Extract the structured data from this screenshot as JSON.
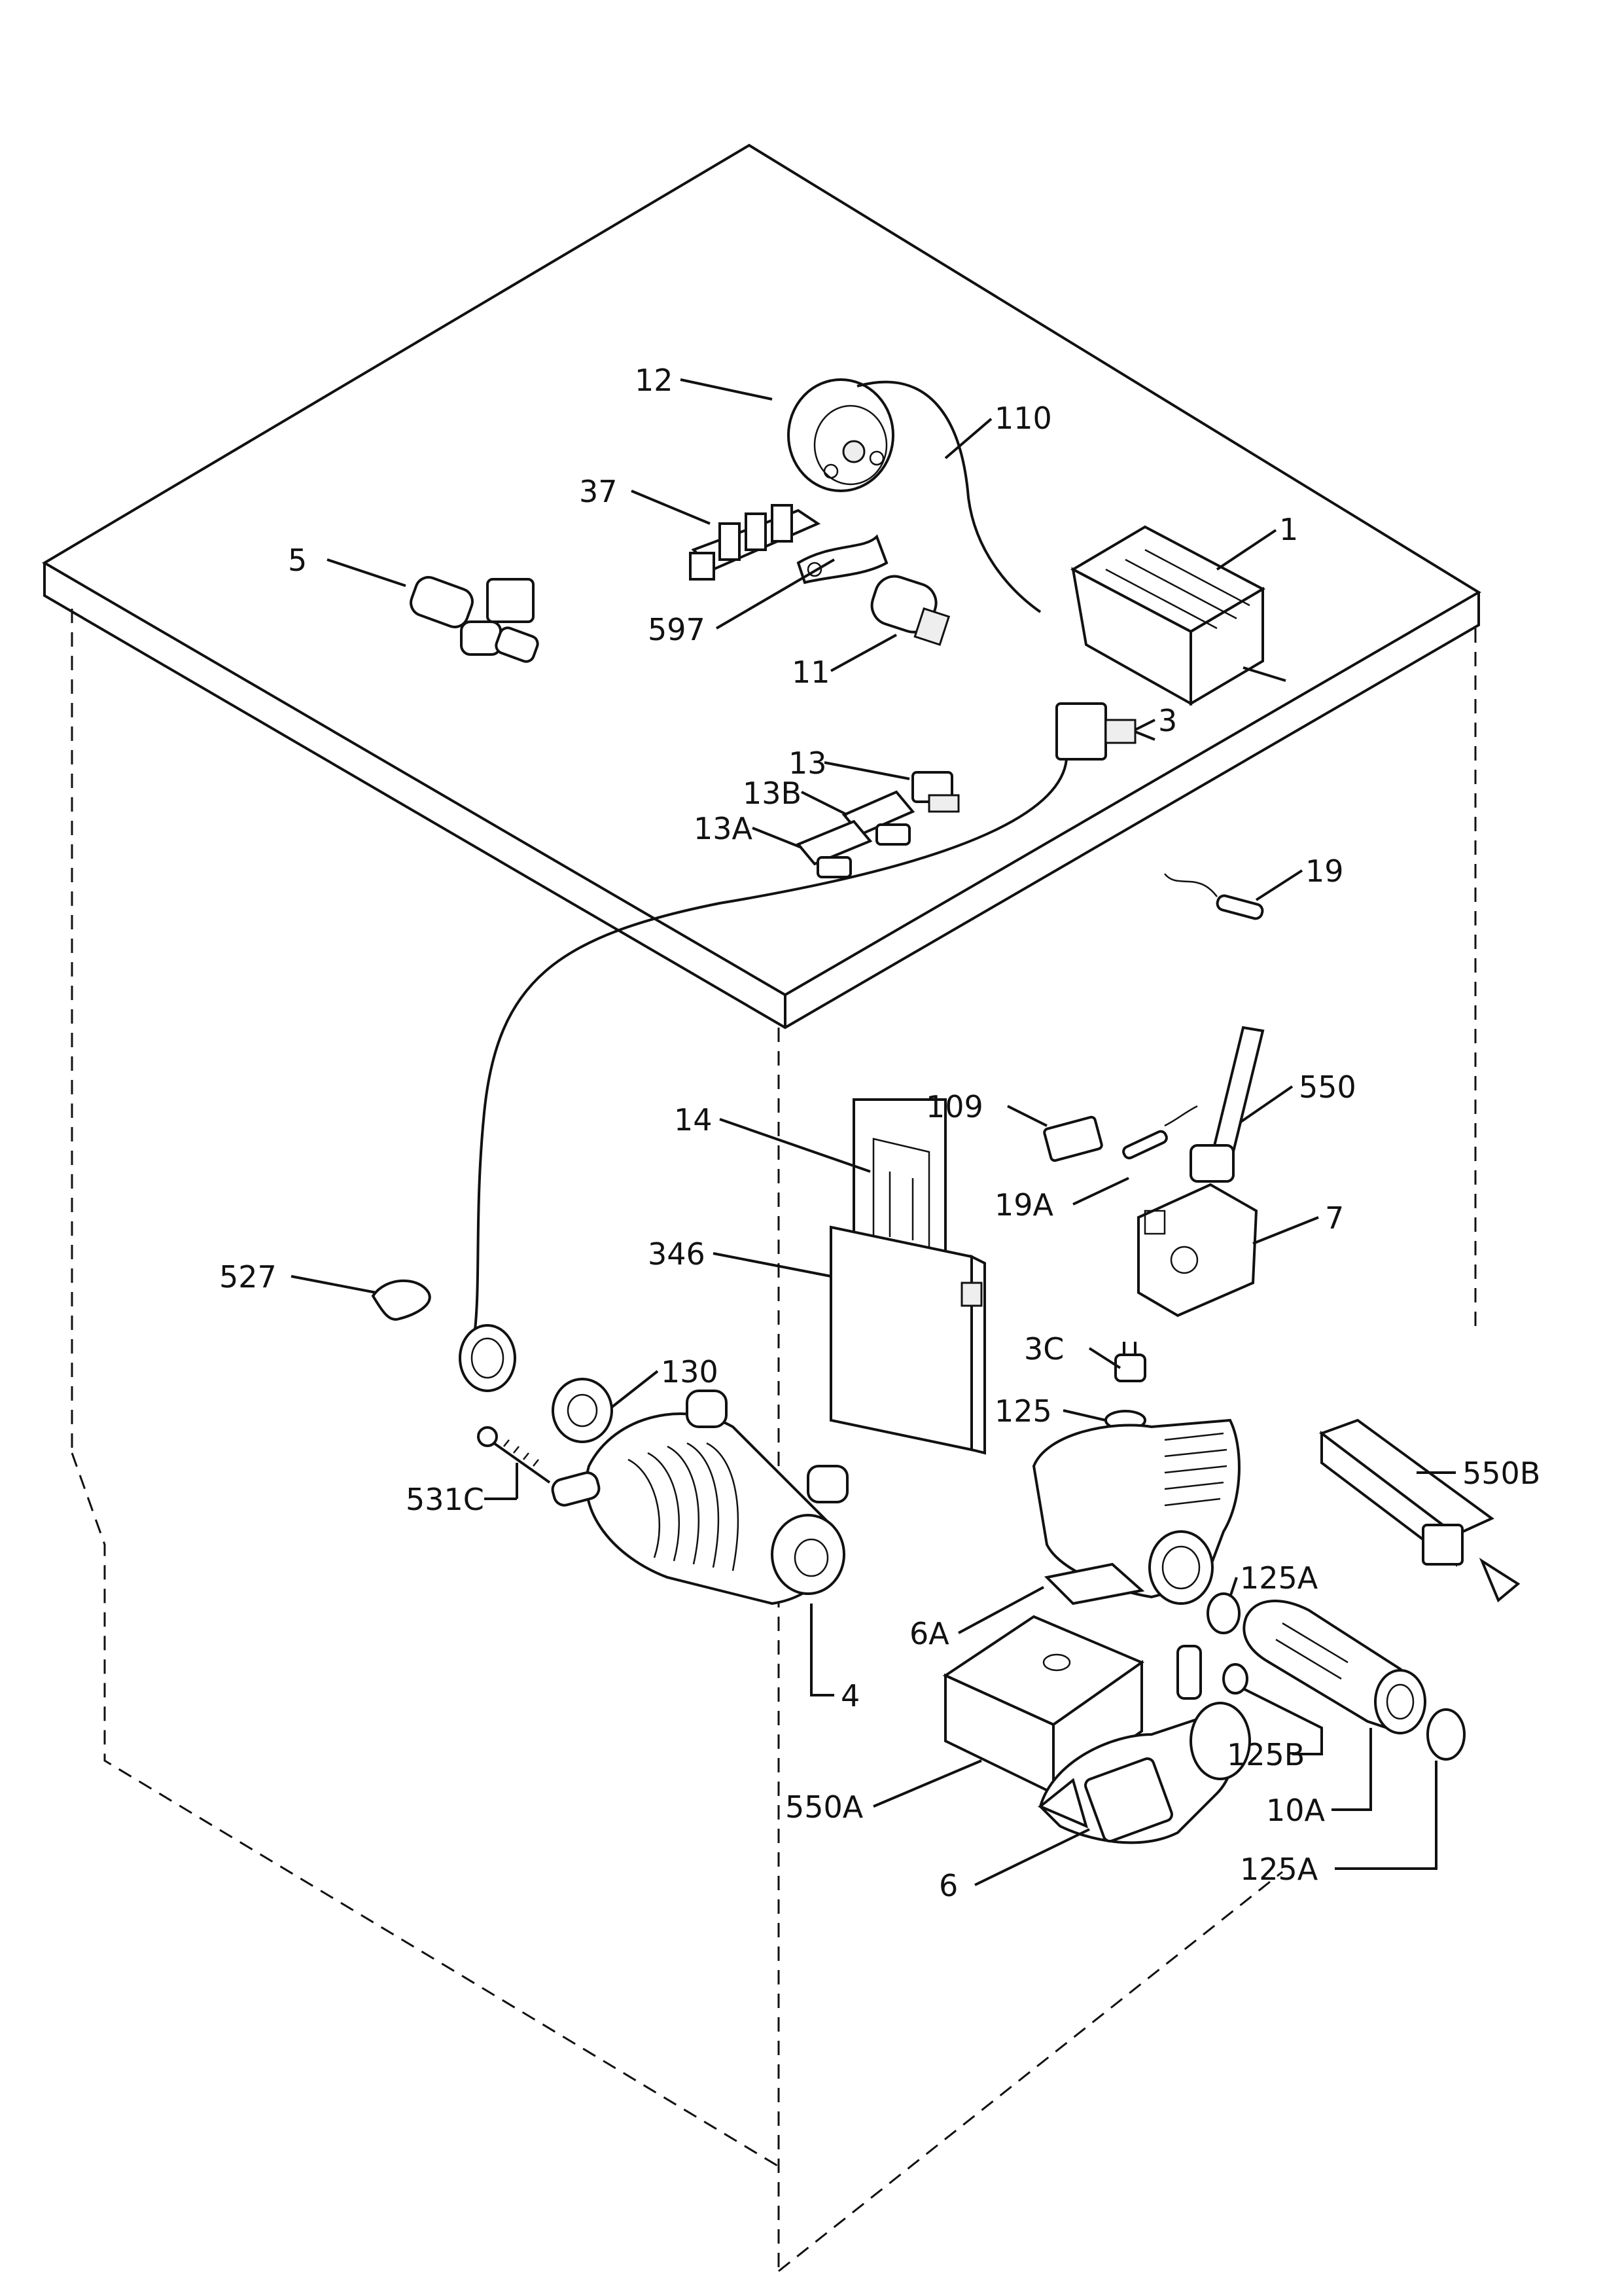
{
  "labels": {
    "l12": "12",
    "l110": "110",
    "l37": "37",
    "l1": "1",
    "l5": "5",
    "l597": "597",
    "l11": "11",
    "l3": "3",
    "l13": "13",
    "l13b": "13B",
    "l13a": "13A",
    "l19": "19",
    "l550": "550",
    "l109": "109",
    "l14": "14",
    "l19a": "19A",
    "l7": "7",
    "l346": "346",
    "l527": "527",
    "l3c": "3C",
    "l130": "130",
    "l125": "125",
    "l550b": "550B",
    "l531c": "531C",
    "l125a_1": "125A",
    "l6a": "6A",
    "l4": "4",
    "l125b": "125B",
    "l10a": "10A",
    "l550a": "550A",
    "l125a_2": "125A",
    "l6": "6"
  }
}
